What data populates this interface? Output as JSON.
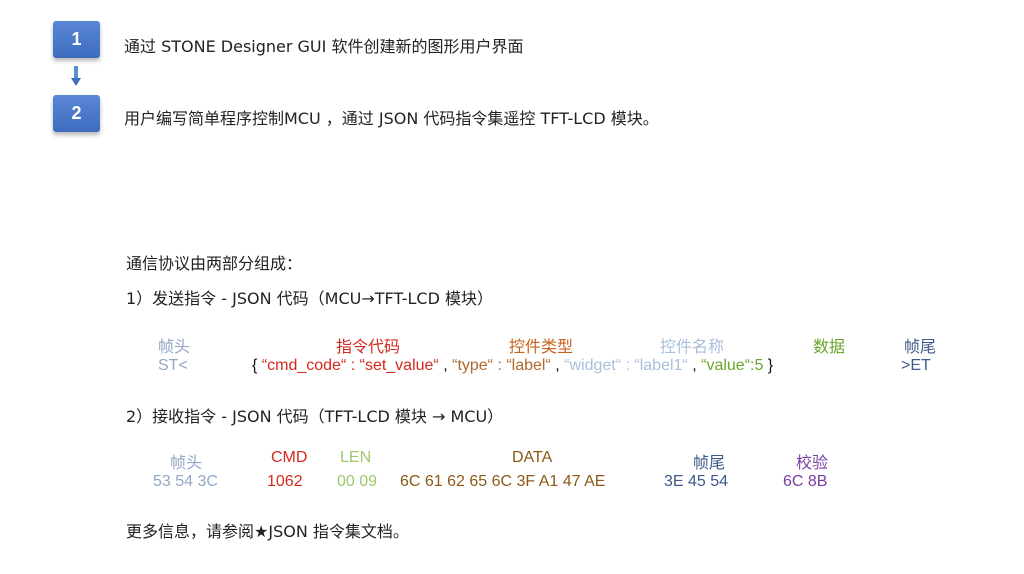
{
  "steps": [
    {
      "number": "1",
      "text": "通过 STONE Designer GUI 软件创建新的图形用户界面"
    },
    {
      "number": "2",
      "text": "用户编写简单程序控制MCU ，通过 JSON 代码指令集遥控 TFT-LCD 模块。"
    }
  ],
  "protocol": {
    "intro": "通信协议由两部分组成：",
    "send_heading": "1）发送指令 - JSON 代码（MCU→TFT-LCD 模块）",
    "send_headers": {
      "frame_head": "帧头",
      "cmd_code": "指令代码",
      "widget_type": "控件类型",
      "widget_name": "控件名称",
      "data": "数据",
      "frame_tail": "帧尾"
    },
    "send_values": {
      "st": "ST<",
      "brace_open": "{ ",
      "cmd_key": "“cmd_code“ : “set_value“",
      "sep1": " , ",
      "type_pair": "“type“ : “label“",
      "sep2": " , ",
      "widget_pair": "“widget“ : “label1“",
      "sep3": " , ",
      "value_pair": "“value“:5",
      "brace_close": " }",
      "et": ">ET"
    },
    "recv_heading": "2）接收指令 - JSON 代码（TFT-LCD 模块 → MCU）",
    "recv_headers": {
      "frame_head": "帧头",
      "cmd": "CMD",
      "len": "LEN",
      "data": "DATA",
      "frame_tail": "帧尾",
      "checksum": "校验"
    },
    "recv_values": {
      "head": "53 54 3C",
      "cmd": "1062",
      "len": "00 09",
      "data": "6C 61 62 65 6C 3F A1 47 AE",
      "tail": "3E  45  54",
      "checksum": "6C  8B"
    },
    "more_info": "更多信息，请参阅★JSON 指令集文档。"
  }
}
